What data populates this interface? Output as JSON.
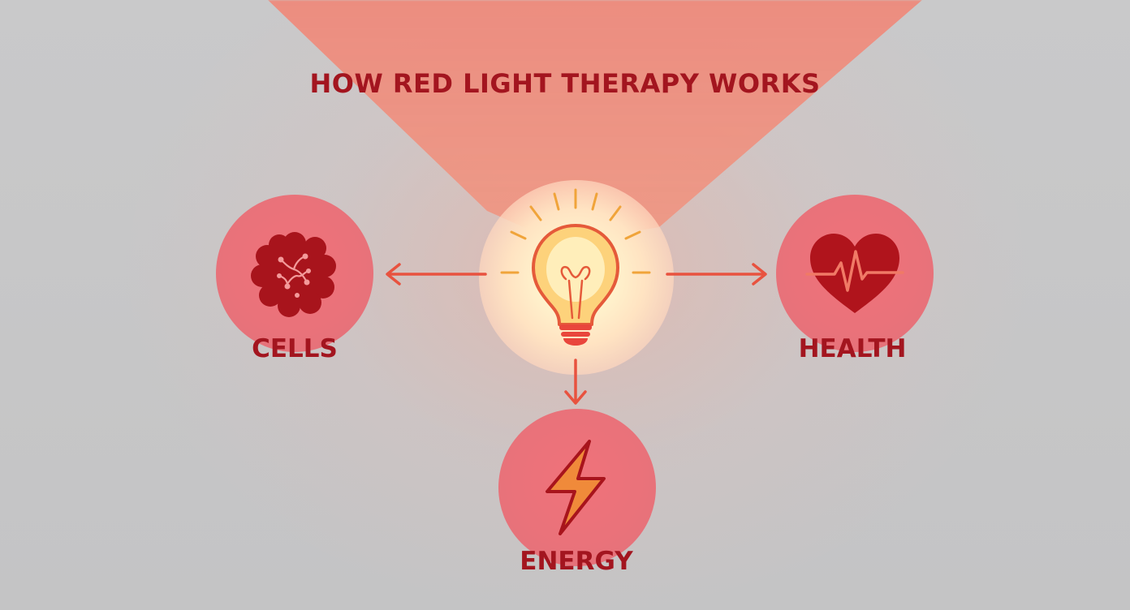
{
  "title": "HOW RED LIGHT THERAPY WORKS",
  "nodes": {
    "cells": {
      "label": "CELLS",
      "icon": "cell-icon"
    },
    "health": {
      "label": "HEALTH",
      "icon": "heart-pulse-icon"
    },
    "energy": {
      "label": "ENERGY",
      "icon": "lightning-bolt-icon"
    }
  },
  "center": {
    "icon": "light-bulb-icon"
  },
  "colors": {
    "text": "#a3151f",
    "node_fill": "#ea727a",
    "arrow": "#e8523f",
    "beam": "#ee8a7c"
  }
}
